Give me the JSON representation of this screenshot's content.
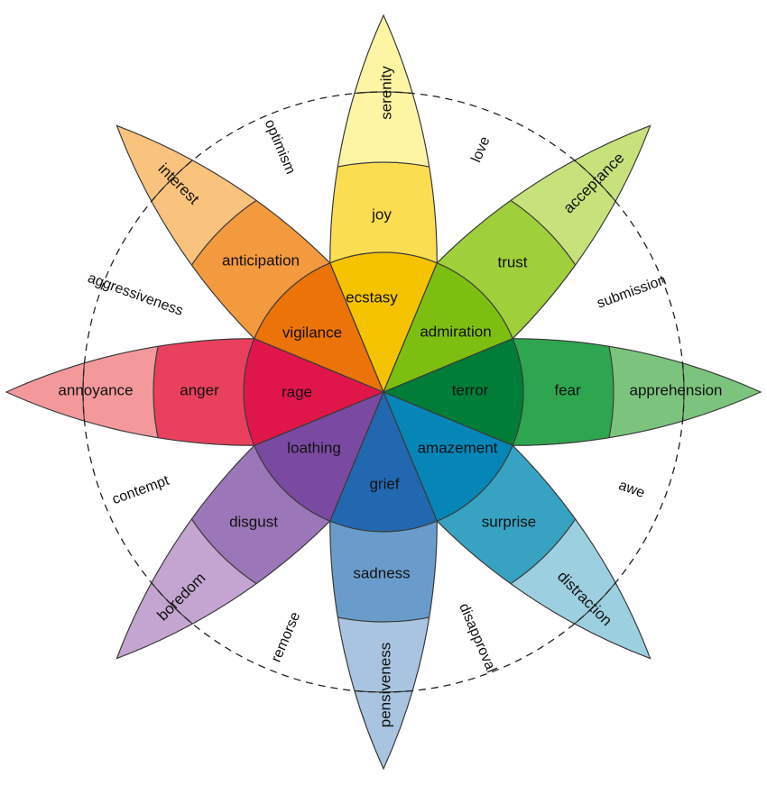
{
  "petals": [
    {
      "key": "joy",
      "inner": "ecstasy",
      "middle": "joy",
      "outer": "serenity",
      "colors": {
        "inner": "#f5c300",
        "middle": "#fbdd52",
        "outer": "#fdf5a4"
      }
    },
    {
      "key": "trust",
      "inner": "admiration",
      "middle": "trust",
      "outer": "acceptance",
      "colors": {
        "inner": "#7dbf11",
        "middle": "#9fcf3a",
        "outer": "#c7e27b"
      }
    },
    {
      "key": "fear",
      "inner": "terror",
      "middle": "fear",
      "outer": "apprehension",
      "colors": {
        "inner": "#007d36",
        "middle": "#2ea650",
        "outer": "#7cc47d"
      }
    },
    {
      "key": "surprise",
      "inner": "amazement",
      "middle": "surprise",
      "outer": "distraction",
      "colors": {
        "inner": "#0586b7",
        "middle": "#37a2c2",
        "outer": "#9ccfdf"
      }
    },
    {
      "key": "sadness",
      "inner": "grief",
      "middle": "sadness",
      "outer": "pensiveness",
      "colors": {
        "inner": "#2268b0",
        "middle": "#6a9ccb",
        "outer": "#a8c4e0"
      }
    },
    {
      "key": "disgust",
      "inner": "loathing",
      "middle": "disgust",
      "outer": "boredom",
      "colors": {
        "inner": "#7a49a1",
        "middle": "#9b76b8",
        "outer": "#c4a4d0"
      }
    },
    {
      "key": "anger",
      "inner": "rage",
      "middle": "anger",
      "outer": "annoyance",
      "colors": {
        "inner": "#e0164b",
        "middle": "#e9405d",
        "outer": "#f3999c"
      }
    },
    {
      "key": "anticipation",
      "inner": "vigilance",
      "middle": "anticipation",
      "outer": "interest",
      "colors": {
        "inner": "#ec7307",
        "middle": "#f3993e",
        "outer": "#f9c37e"
      }
    }
  ],
  "dyads": [
    "love",
    "submission",
    "awe",
    "disapproval",
    "remorse",
    "contempt",
    "aggressiveness",
    "optimism"
  ]
}
